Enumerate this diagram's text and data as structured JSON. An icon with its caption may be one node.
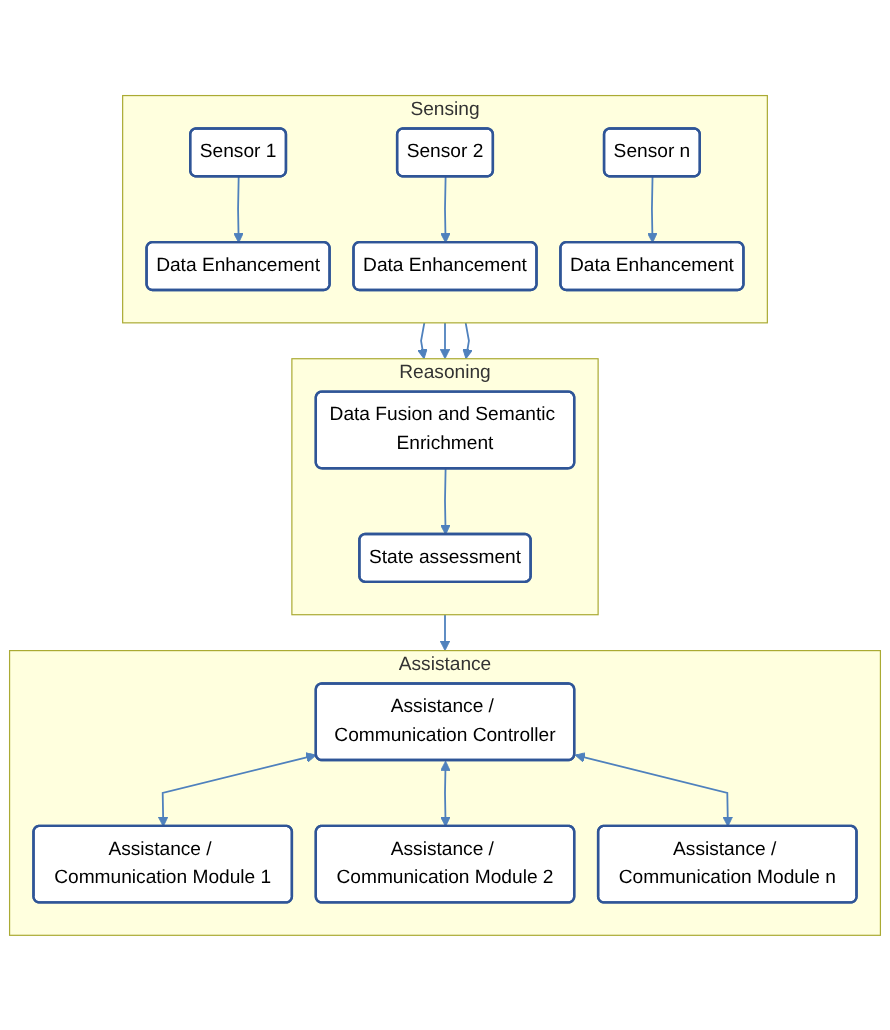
{
  "diagram": {
    "nodes": [
      {
        "text": [
          "Sensing"
        ]
      },
      {
        "text": [
          "Sensor 1"
        ],
        "in": 0
      },
      {
        "text": [
          "Sensor 2"
        ],
        "in": 0
      },
      {
        "text": [
          "Sensor n"
        ],
        "in": 0
      },
      {
        "text": [
          "Data Enhancement"
        ],
        "in": 0
      },
      {
        "text": [
          "Data Enhancement"
        ],
        "in": 0
      },
      {
        "text": [
          "Data Enhancement"
        ],
        "in": 0
      },
      {
        "text": [
          "Reasoning"
        ]
      },
      {
        "text": [
          "Data Fusion and Semantic Enrichment"
        ],
        "in": 7
      },
      {
        "text": [
          "State assessment"
        ],
        "in": 7
      },
      {
        "text": [
          "Assistance"
        ]
      },
      {
        "text": [
          "Assistance / Communication Controller"
        ],
        "in": 10
      },
      {
        "text": [
          "Assistance / Communication Module 1"
        ],
        "in": 10
      },
      {
        "text": [
          "Assistance / Communication Module 2"
        ],
        "in": 10
      },
      {
        "text": [
          "Assistance / Communication Module n"
        ],
        "in": 10
      }
    ],
    "edges": [
      {
        "from": 1,
        "to": 4,
        "arrow": "to"
      },
      {
        "from": 2,
        "to": 5,
        "arrow": "to"
      },
      {
        "from": 3,
        "to": 6,
        "arrow": "to"
      },
      {
        "from": 0,
        "to": 7,
        "arrow": "to"
      },
      {
        "from": 0,
        "to": 7,
        "arrow": "to"
      },
      {
        "from": 0,
        "to": 7,
        "arrow": "to"
      },
      {
        "from": 8,
        "to": 9,
        "arrow": "to"
      },
      {
        "from": 7,
        "to": 10,
        "arrow": "to"
      },
      {
        "from": 11,
        "to": 12,
        "arrow": "both"
      },
      {
        "from": 11,
        "to": 13,
        "arrow": "both"
      },
      {
        "from": 11,
        "to": 14,
        "arrow": "both"
      }
    ]
  }
}
